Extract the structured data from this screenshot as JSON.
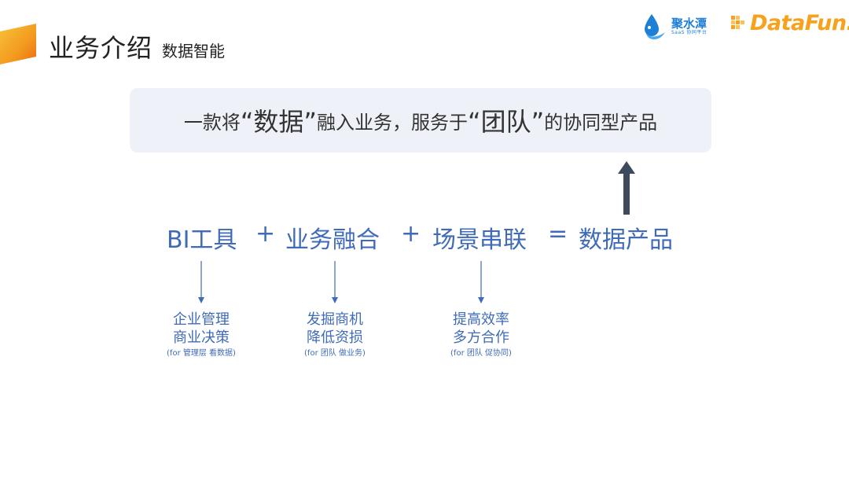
{
  "header": {
    "title": "业务介绍",
    "subtitle": "数据智能"
  },
  "logos": {
    "jushuitan": {
      "name": "聚水潭",
      "tagline": "SaaS 协同平台",
      "color": "#1e7fd6"
    },
    "datafun": {
      "name": "DataFun.",
      "color": "#f6a21d"
    }
  },
  "slogan": {
    "part1": "一款将",
    "q1": "“数据”",
    "part2": "融入业务，服务于",
    "q2": "“团队”",
    "part3": "的协同型产品"
  },
  "equation": {
    "term1": "BI工具",
    "plus1": "+",
    "term2": "业务融合",
    "plus2": "+",
    "term3": "场景串联",
    "equals": "=",
    "result": "数据产品"
  },
  "descriptions": [
    {
      "line1": "企业管理",
      "line2": "商业决策",
      "note": "(for 管理层 看数据)"
    },
    {
      "line1": "发掘商机",
      "line2": "降低资损",
      "note": "(for 团队 做业务)"
    },
    {
      "line1": "提高效率",
      "line2": "多方合作",
      "note": "(for 团队 促协同)"
    }
  ],
  "colors": {
    "accent_text": "#3f6bb8",
    "slogan_bg": "#eef1f7",
    "arrow_up": "#3d4a5c",
    "title_bar": "#f39a1e"
  }
}
